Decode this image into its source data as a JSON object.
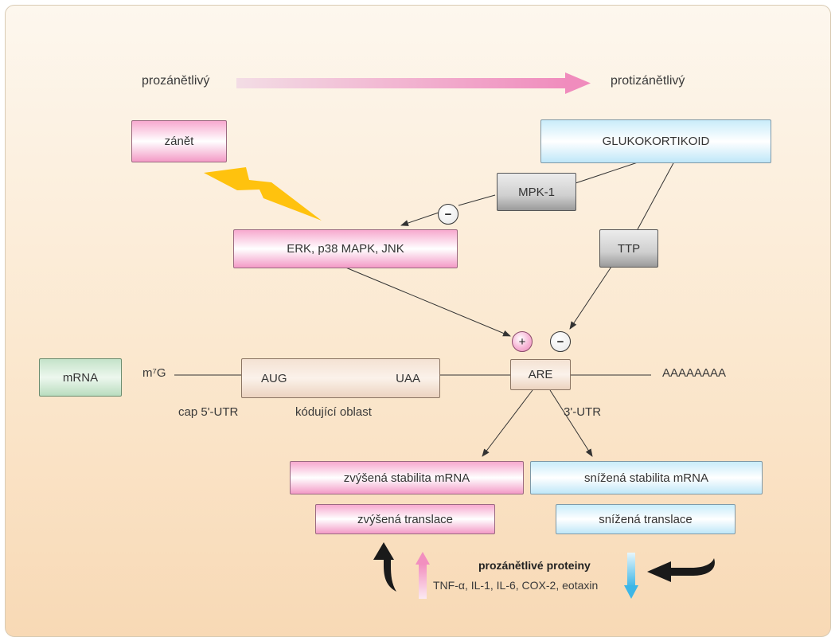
{
  "scale": {
    "left_label": "prozánětlivý",
    "right_label": "protizánětlivý"
  },
  "nodes": {
    "inflammation": "zánět",
    "glucocorticoid": "GLUKOKORTIKOID",
    "mpk1": "MPK-1",
    "kinases": "ERK, p38 MAPK, JNK",
    "ttp": "TTP",
    "mrna": "mRNA",
    "are": "ARE"
  },
  "signs": {
    "mpk1_effect": "−",
    "kinases_effect": "+",
    "ttp_effect": "−"
  },
  "mrna_strand": {
    "cap": "m⁷G",
    "start_codon": "AUG",
    "stop_codon": "UAA",
    "poly_a": "AAAAAAAA",
    "cap_region": "cap 5'-UTR",
    "coding_region": "kódující oblast",
    "utr3": "3'-UTR"
  },
  "outcomes": {
    "increased_stability": "zvýšená stabilita mRNA",
    "increased_translation": "zvýšená translace",
    "decreased_stability": "snížená stabilita mRNA",
    "decreased_translation": "snížená translace"
  },
  "proteins": {
    "title": "prozánětlivé proteiny",
    "list": "TNF-α, IL-1, IL-6, COX-2, eotaxin"
  },
  "colors": {
    "pro_inflammatory": "#f39ac6",
    "anti_inflammatory": "#bfe7f8",
    "lightning": "#ffc20e",
    "up_arrow": "#f28fbf",
    "down_arrow": "#3db6e6"
  },
  "icons": [
    "lightning-bolt-icon",
    "curved-arrow-up-icon",
    "pink-up-arrow-icon",
    "blue-down-arrow-icon",
    "curved-arrow-left-icon"
  ]
}
